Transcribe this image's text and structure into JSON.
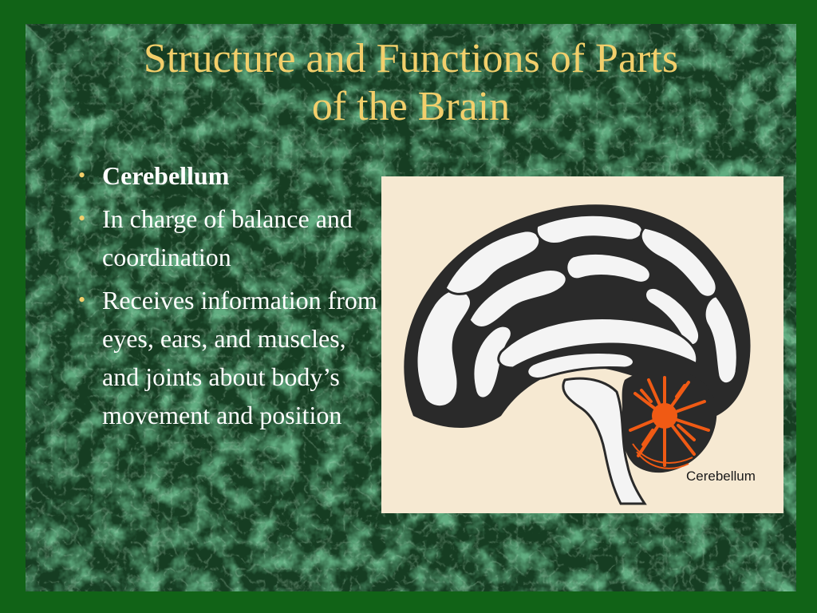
{
  "slide": {
    "title_line1": "Structure and Functions of Parts",
    "title_line2": "of the Brain",
    "bullets": [
      {
        "text": "Cerebellum"
      },
      {
        "text": "In charge of balance and coordination"
      },
      {
        "text": "Receives information from eyes, ears, and muscles, and joints about body’s movement and position"
      }
    ],
    "bullet_glyph": "•"
  },
  "figure": {
    "label": "Cerebellum",
    "highlight_color": "#f05a14"
  },
  "colors": {
    "background": "#1c4a28",
    "title": "#f2cf6b",
    "body_text": "#ffffff",
    "figure_bg": "#f6e9d2"
  }
}
